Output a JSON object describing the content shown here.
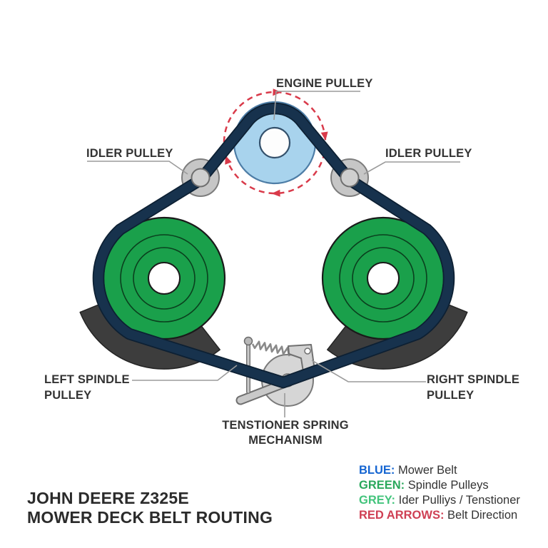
{
  "title": {
    "line1": "JOHN DEERE Z325E",
    "line2": "MOWER DECK BELT ROUTING"
  },
  "labels": {
    "engine_pulley": "ENGINE PULLEY",
    "idler_pulley_left": "IDLER PULLEY",
    "idler_pulley_right": "IDLER PULLEY",
    "left_spindle_line1": "LEFT SPINDLE",
    "left_spindle_line2": "PULLEY",
    "right_spindle_line1": "RIGHT SPINDLE",
    "right_spindle_line2": "PULLEY",
    "tensioner_line1": "TENSTIONER SPRING",
    "tensioner_line2": "MECHANISM"
  },
  "legend": {
    "items": [
      {
        "term": "BLUE:",
        "desc": " Mower Belt",
        "color": "#1565d1"
      },
      {
        "term": "GREEN:",
        "desc": " Spindle Pulleys",
        "color": "#2aa85c"
      },
      {
        "term": "GREY:",
        "desc": " Ider Pulliys / Tenstioner",
        "color": "#43c47c"
      },
      {
        "term": "RED ARROWS:",
        "desc": " Belt Direction",
        "color": "#cf4054"
      }
    ]
  },
  "colors": {
    "belt": "#17324d",
    "belt_outline": "#0d2033",
    "engine_pulley": "#a8d3ed",
    "spindle_pulley": "#1aa04b",
    "idler_pulley": "#c6c6c6",
    "idler_hub": "#cfcfcf",
    "tensioner": "#d6d6d6",
    "blade": "#3d3d3d",
    "belt_direction": "#d93a4a",
    "label_text": "#333333"
  }
}
